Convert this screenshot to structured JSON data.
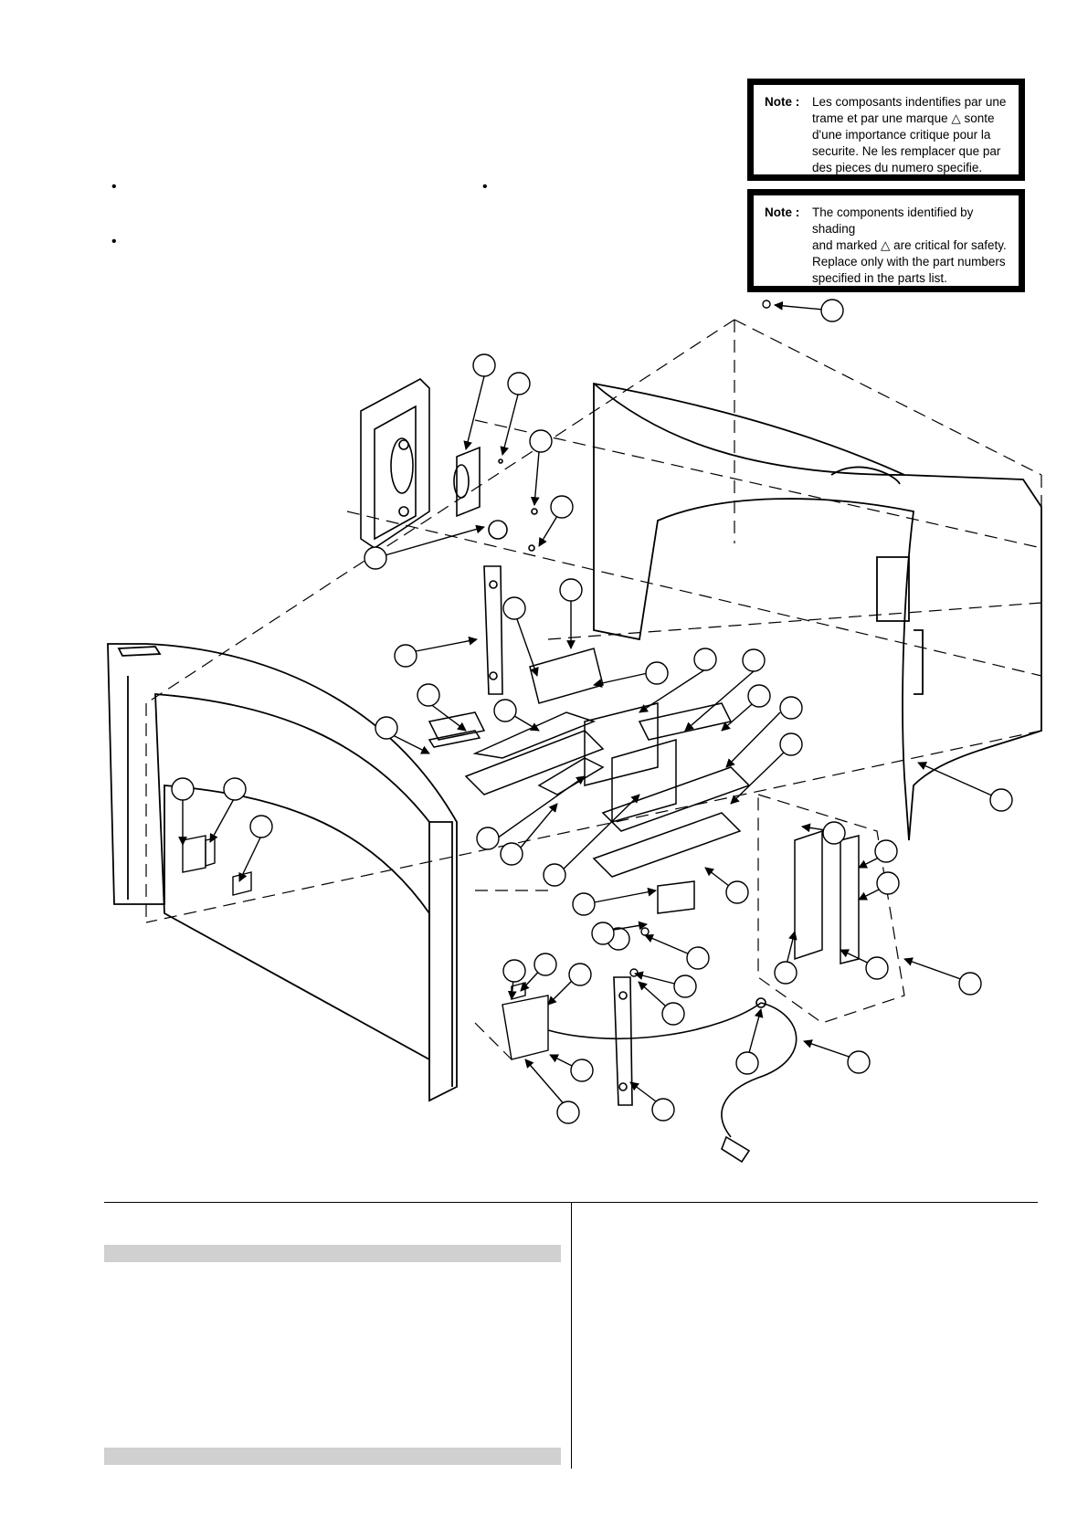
{
  "notes": {
    "french": {
      "label": "Note :",
      "text": "Les composants indentifies par une\ntrame et par une marque △  sonte\nd'une importance critique pour la\nsecurite. Ne les remplacer que par\ndes pieces du numero specifie."
    },
    "english": {
      "label": "Note :",
      "text": "The components identified by shading\nand marked  △  are critical for safety.\nReplace only with the part numbers\nspecified in the parts list."
    }
  },
  "diagram": {
    "icon": "exploded-tv-assembly-icon"
  },
  "colors": {
    "line": "#000000",
    "shade_bar": "#d0d0d0"
  }
}
